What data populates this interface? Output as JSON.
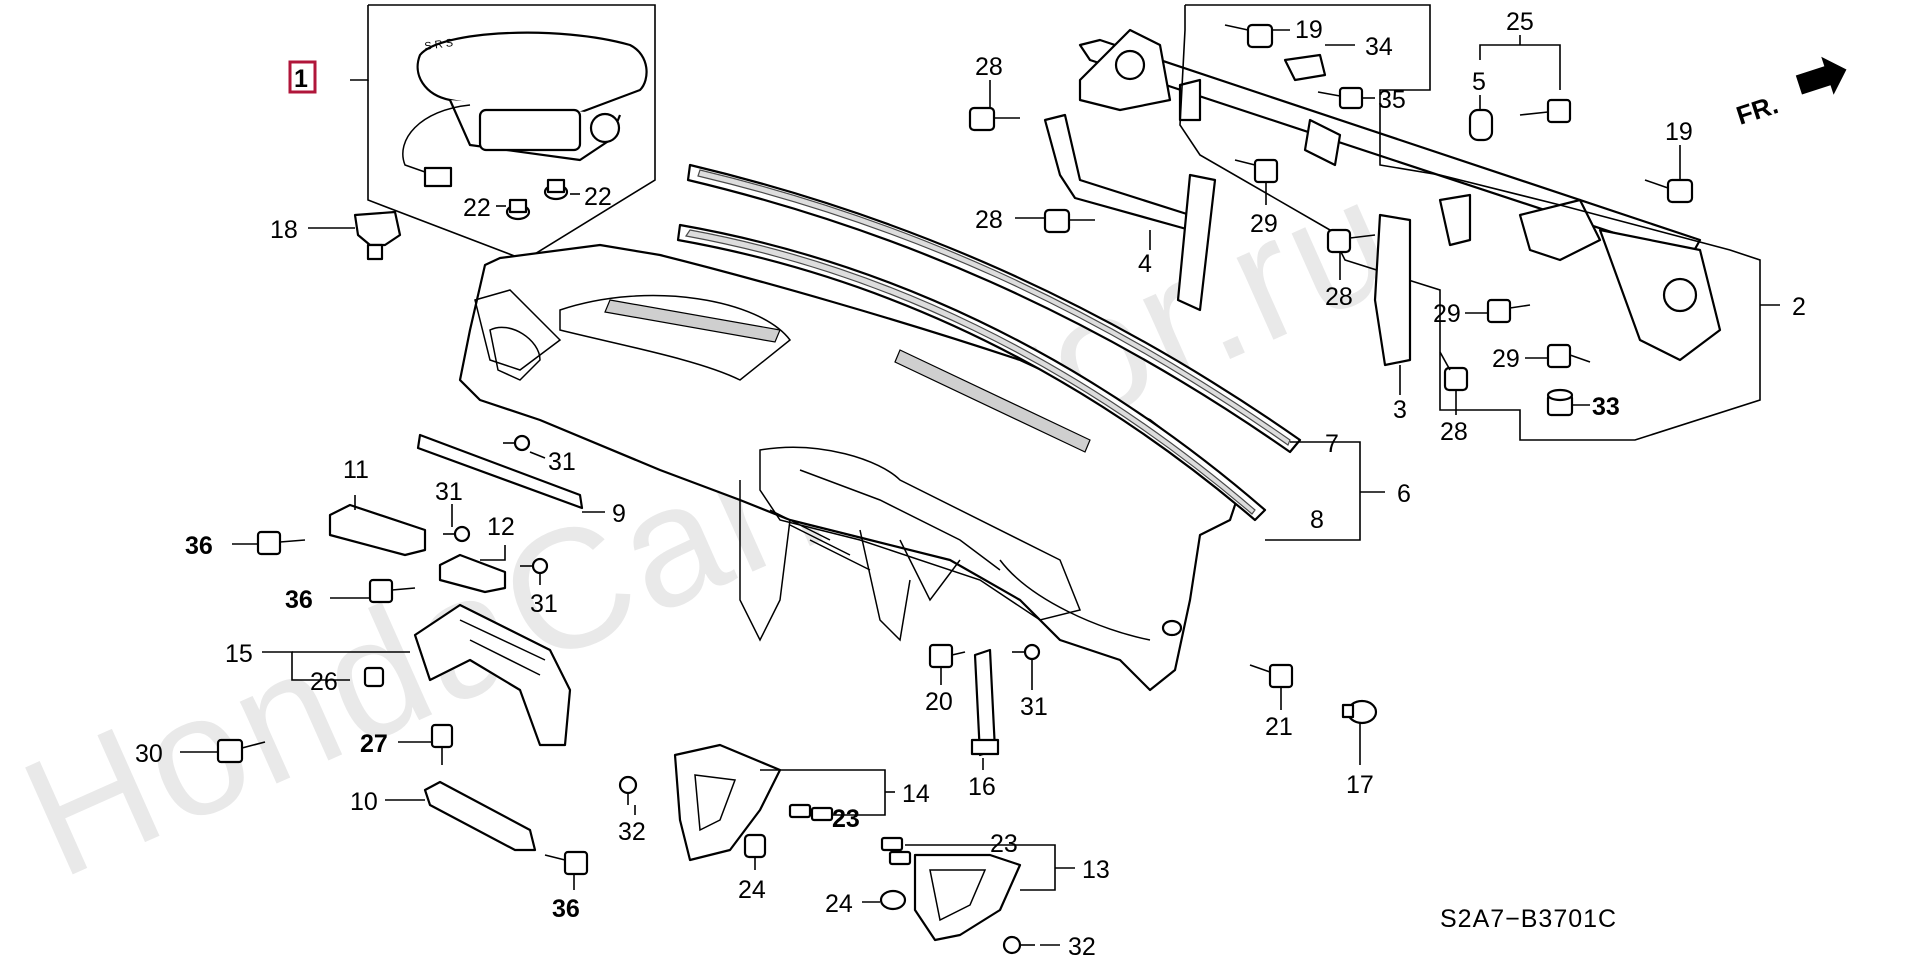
{
  "watermark": "HondaCarMirror.ru",
  "direction_label": "FR.",
  "diagram_code": "S2A7−B3701C",
  "part_labels": {
    "p1": "1",
    "p2": "2",
    "p3": "3",
    "p4": "4",
    "p5": "5",
    "p6": "6",
    "p7": "7",
    "p8": "8",
    "p9": "9",
    "p10": "10",
    "p11": "11",
    "p12": "12",
    "p13": "13",
    "p14": "14",
    "p15": "15",
    "p16": "16",
    "p17": "17",
    "p18": "18",
    "p19a": "19",
    "p19b": "19",
    "p20": "20",
    "p21": "21",
    "p22a": "22",
    "p22b": "22",
    "p23a": "23",
    "p23b": "23",
    "p24a": "24",
    "p24b": "24",
    "p25": "25",
    "p26": "26",
    "p27": "27",
    "p28a": "28",
    "p28b": "28",
    "p28c": "28",
    "p28d": "28",
    "p29a": "29",
    "p29b": "29",
    "p29c": "29",
    "p30": "30",
    "p31a": "31",
    "p31b": "31",
    "p31c": "31",
    "p31d": "31",
    "p32a": "32",
    "p32b": "32",
    "p33": "33",
    "p34": "34",
    "p35": "35",
    "p36a": "36",
    "p36b": "36",
    "p36c": "36"
  },
  "colors": {
    "highlight_box": "#b0163a",
    "line": "#000000",
    "watermark": "#e9e9e9"
  }
}
